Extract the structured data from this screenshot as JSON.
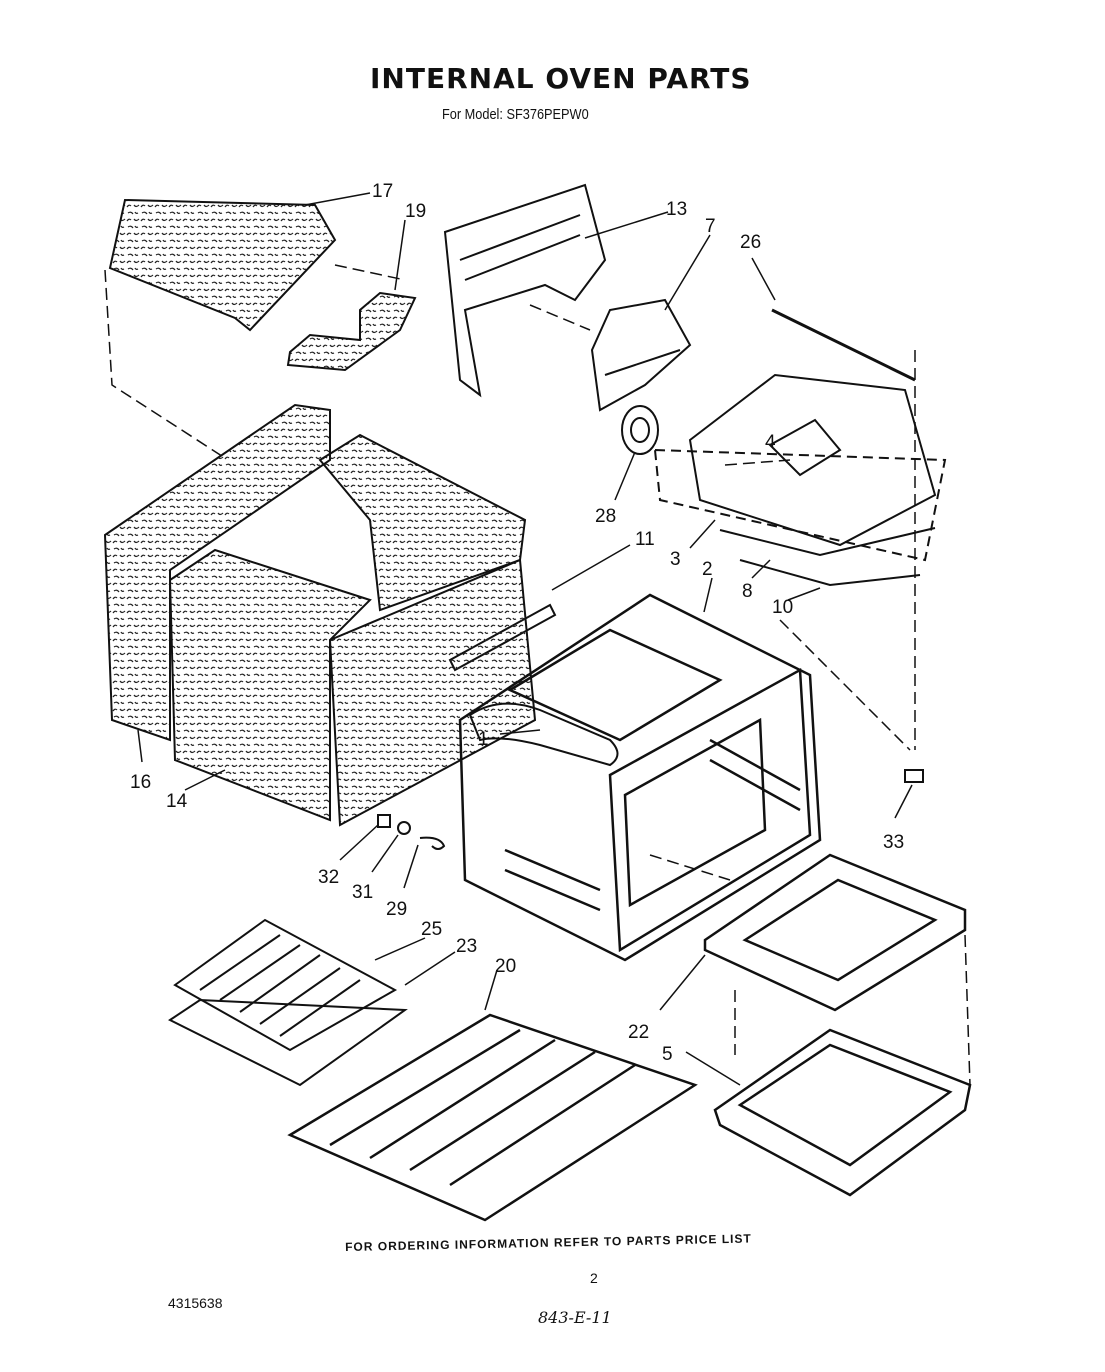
{
  "header": {
    "title": "INTERNAL OVEN PARTS",
    "subtitle": "For Model: SF376PEPW0"
  },
  "callouts": {
    "c1": "1",
    "c2": "2",
    "c3": "3",
    "c4": "4",
    "c5": "5",
    "c7": "7",
    "c8": "8",
    "c10": "10",
    "c11": "11",
    "c13": "13",
    "c14": "14",
    "c16": "16",
    "c17": "17",
    "c19": "19",
    "c20": "20",
    "c22": "22",
    "c23": "23",
    "c25": "25",
    "c26": "26",
    "c28": "28",
    "c29": "29",
    "c31": "31",
    "c32": "32",
    "c33": "33"
  },
  "footer": {
    "ordering_note": "FOR ORDERING INFORMATION REFER TO PARTS PRICE LIST",
    "page_number": "2",
    "document_number": "4315638",
    "handwritten_note": "843-E-11"
  }
}
